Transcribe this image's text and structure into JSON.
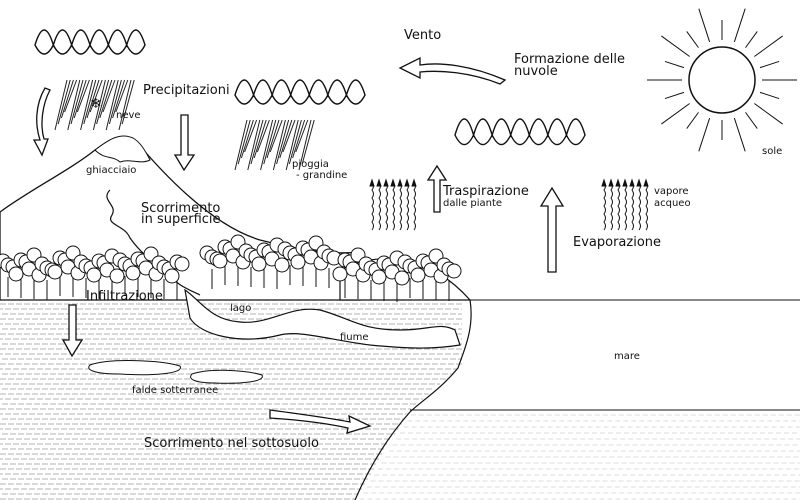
{
  "labels": {
    "wind": "Vento",
    "cloud_formation_1": "Formazione delle",
    "cloud_formation_2": "nuvole",
    "precipitation": "Precipitazioni",
    "snow": "neve",
    "rain_1": "pioggia",
    "rain_2": "- grandine",
    "glacier": "ghiacciaio",
    "runoff_1": "Scorrimento",
    "runoff_2": "in superficie",
    "transpiration_1": "Traspirazione",
    "transpiration_2": "dalle piante",
    "vapor_1": "vapore",
    "vapor_2": "acqueo",
    "sun": "sole",
    "evaporation": "Evaporazione",
    "infiltration": "Infiltrazione",
    "lake": "lago",
    "river": "fiume",
    "sea": "mare",
    "groundwater": "falde sotterranee",
    "underground_flow": "Scorrimento nel sottosuolo"
  },
  "colors": {
    "ink": "#111111",
    "background": "#ffffff",
    "hatch": "#9a9a9a"
  }
}
